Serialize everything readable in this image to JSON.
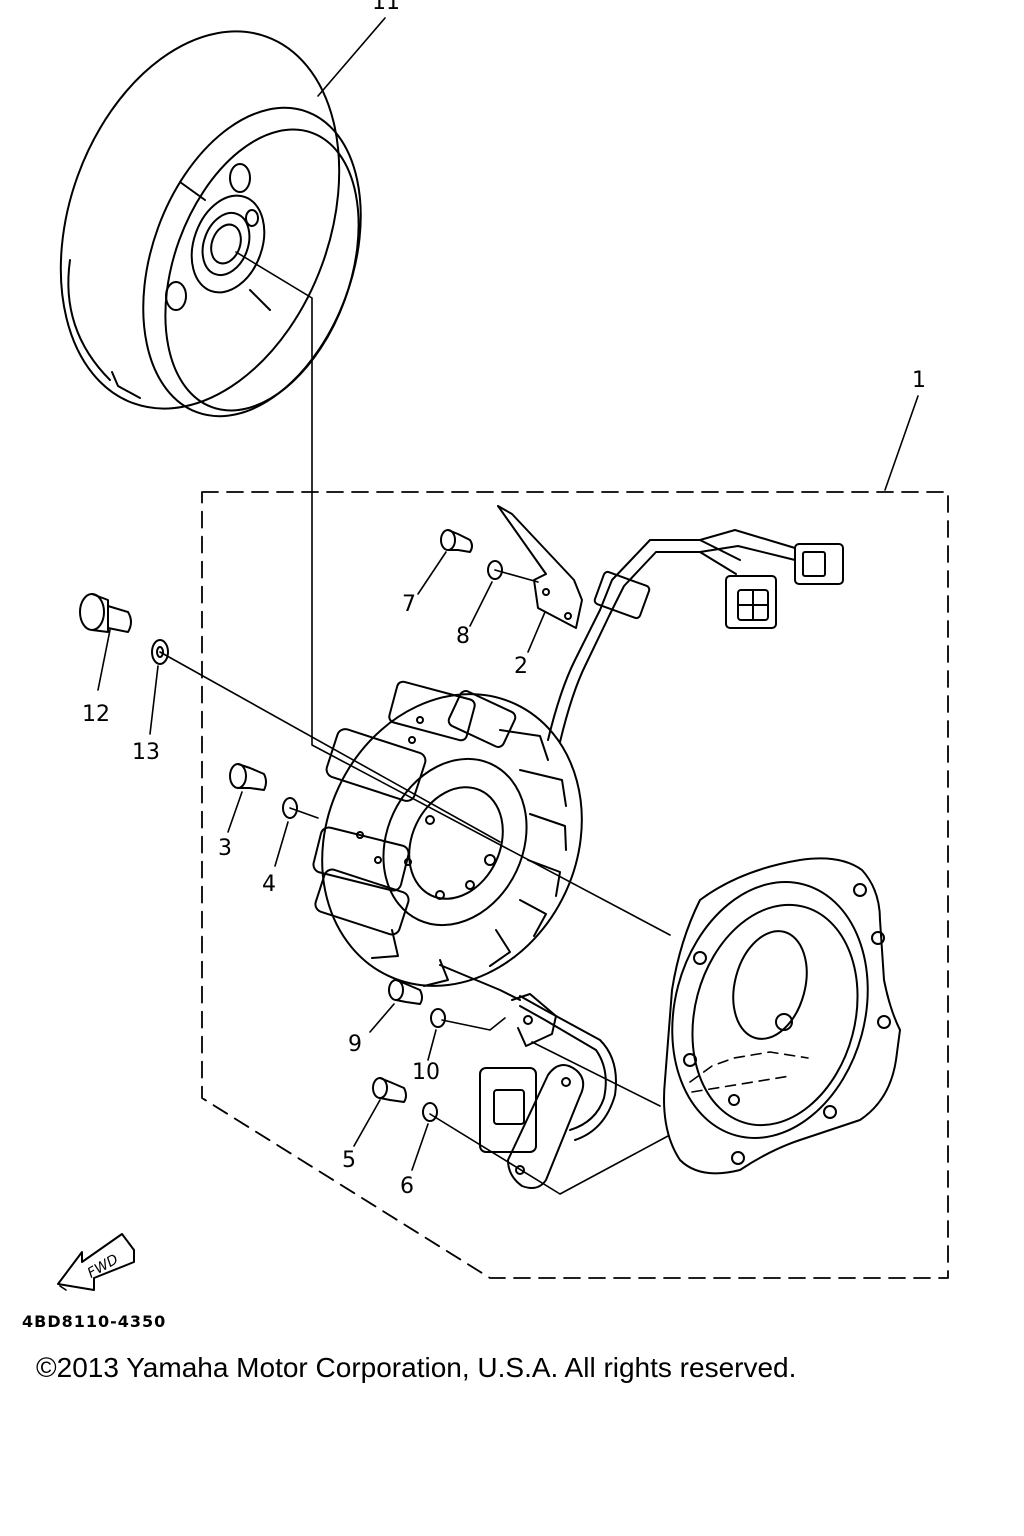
{
  "diagram": {
    "part_numbers": {
      "p1": "1",
      "p2": "2",
      "p3": "3",
      "p4": "4",
      "p5": "5",
      "p6": "6",
      "p7": "7",
      "p8": "8",
      "p9": "9",
      "p10": "10",
      "p11": "11",
      "p12": "12",
      "p13": "13"
    },
    "fwd_label": "FWD",
    "drawing_code": "4BD8110-4350"
  },
  "footer": {
    "copyright": "©2013 Yamaha Motor Corporation, U.S.A. All rights reserved."
  }
}
